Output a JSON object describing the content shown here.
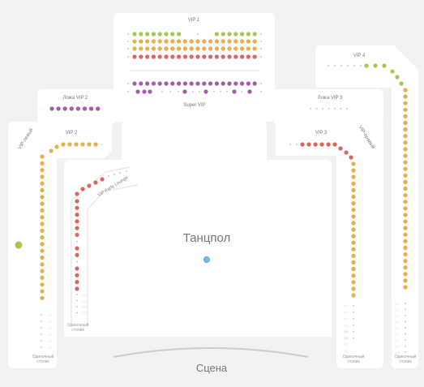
{
  "labels": {
    "vip1": "VIP 1",
    "super_vip": "Super VIP",
    "loge_vip2": "Ложа VIP 2",
    "loge_vip3": "Ложа VIP 3",
    "vip2": "VIP 2",
    "vip3": "VIP 3",
    "vip4": "VIP 4",
    "vip_left": "VIP-левый",
    "vip_right": "VIP-правый",
    "vip_party": "VIP Party Lounge",
    "dance_floor": "Танцпол",
    "stage": "Сцена",
    "standing_left": "Одиночный",
    "standing_left_sub": "столик",
    "standing_mid": "Одиночный",
    "standing_mid_sub": "столик",
    "standing_right": "Одиночный",
    "standing_right_sub": "столик",
    "standing_far": "Одиночный",
    "standing_far_sub": "столик"
  },
  "colors": {
    "green": "#a8c654",
    "orange": "#e9ad4c",
    "red": "#dd6464",
    "purple": "#a55bab",
    "blue": "#79b6db",
    "unavailable": "#bbbbbb",
    "section_bg": "#ffffff",
    "page_bg": "#f2f2f2"
  }
}
